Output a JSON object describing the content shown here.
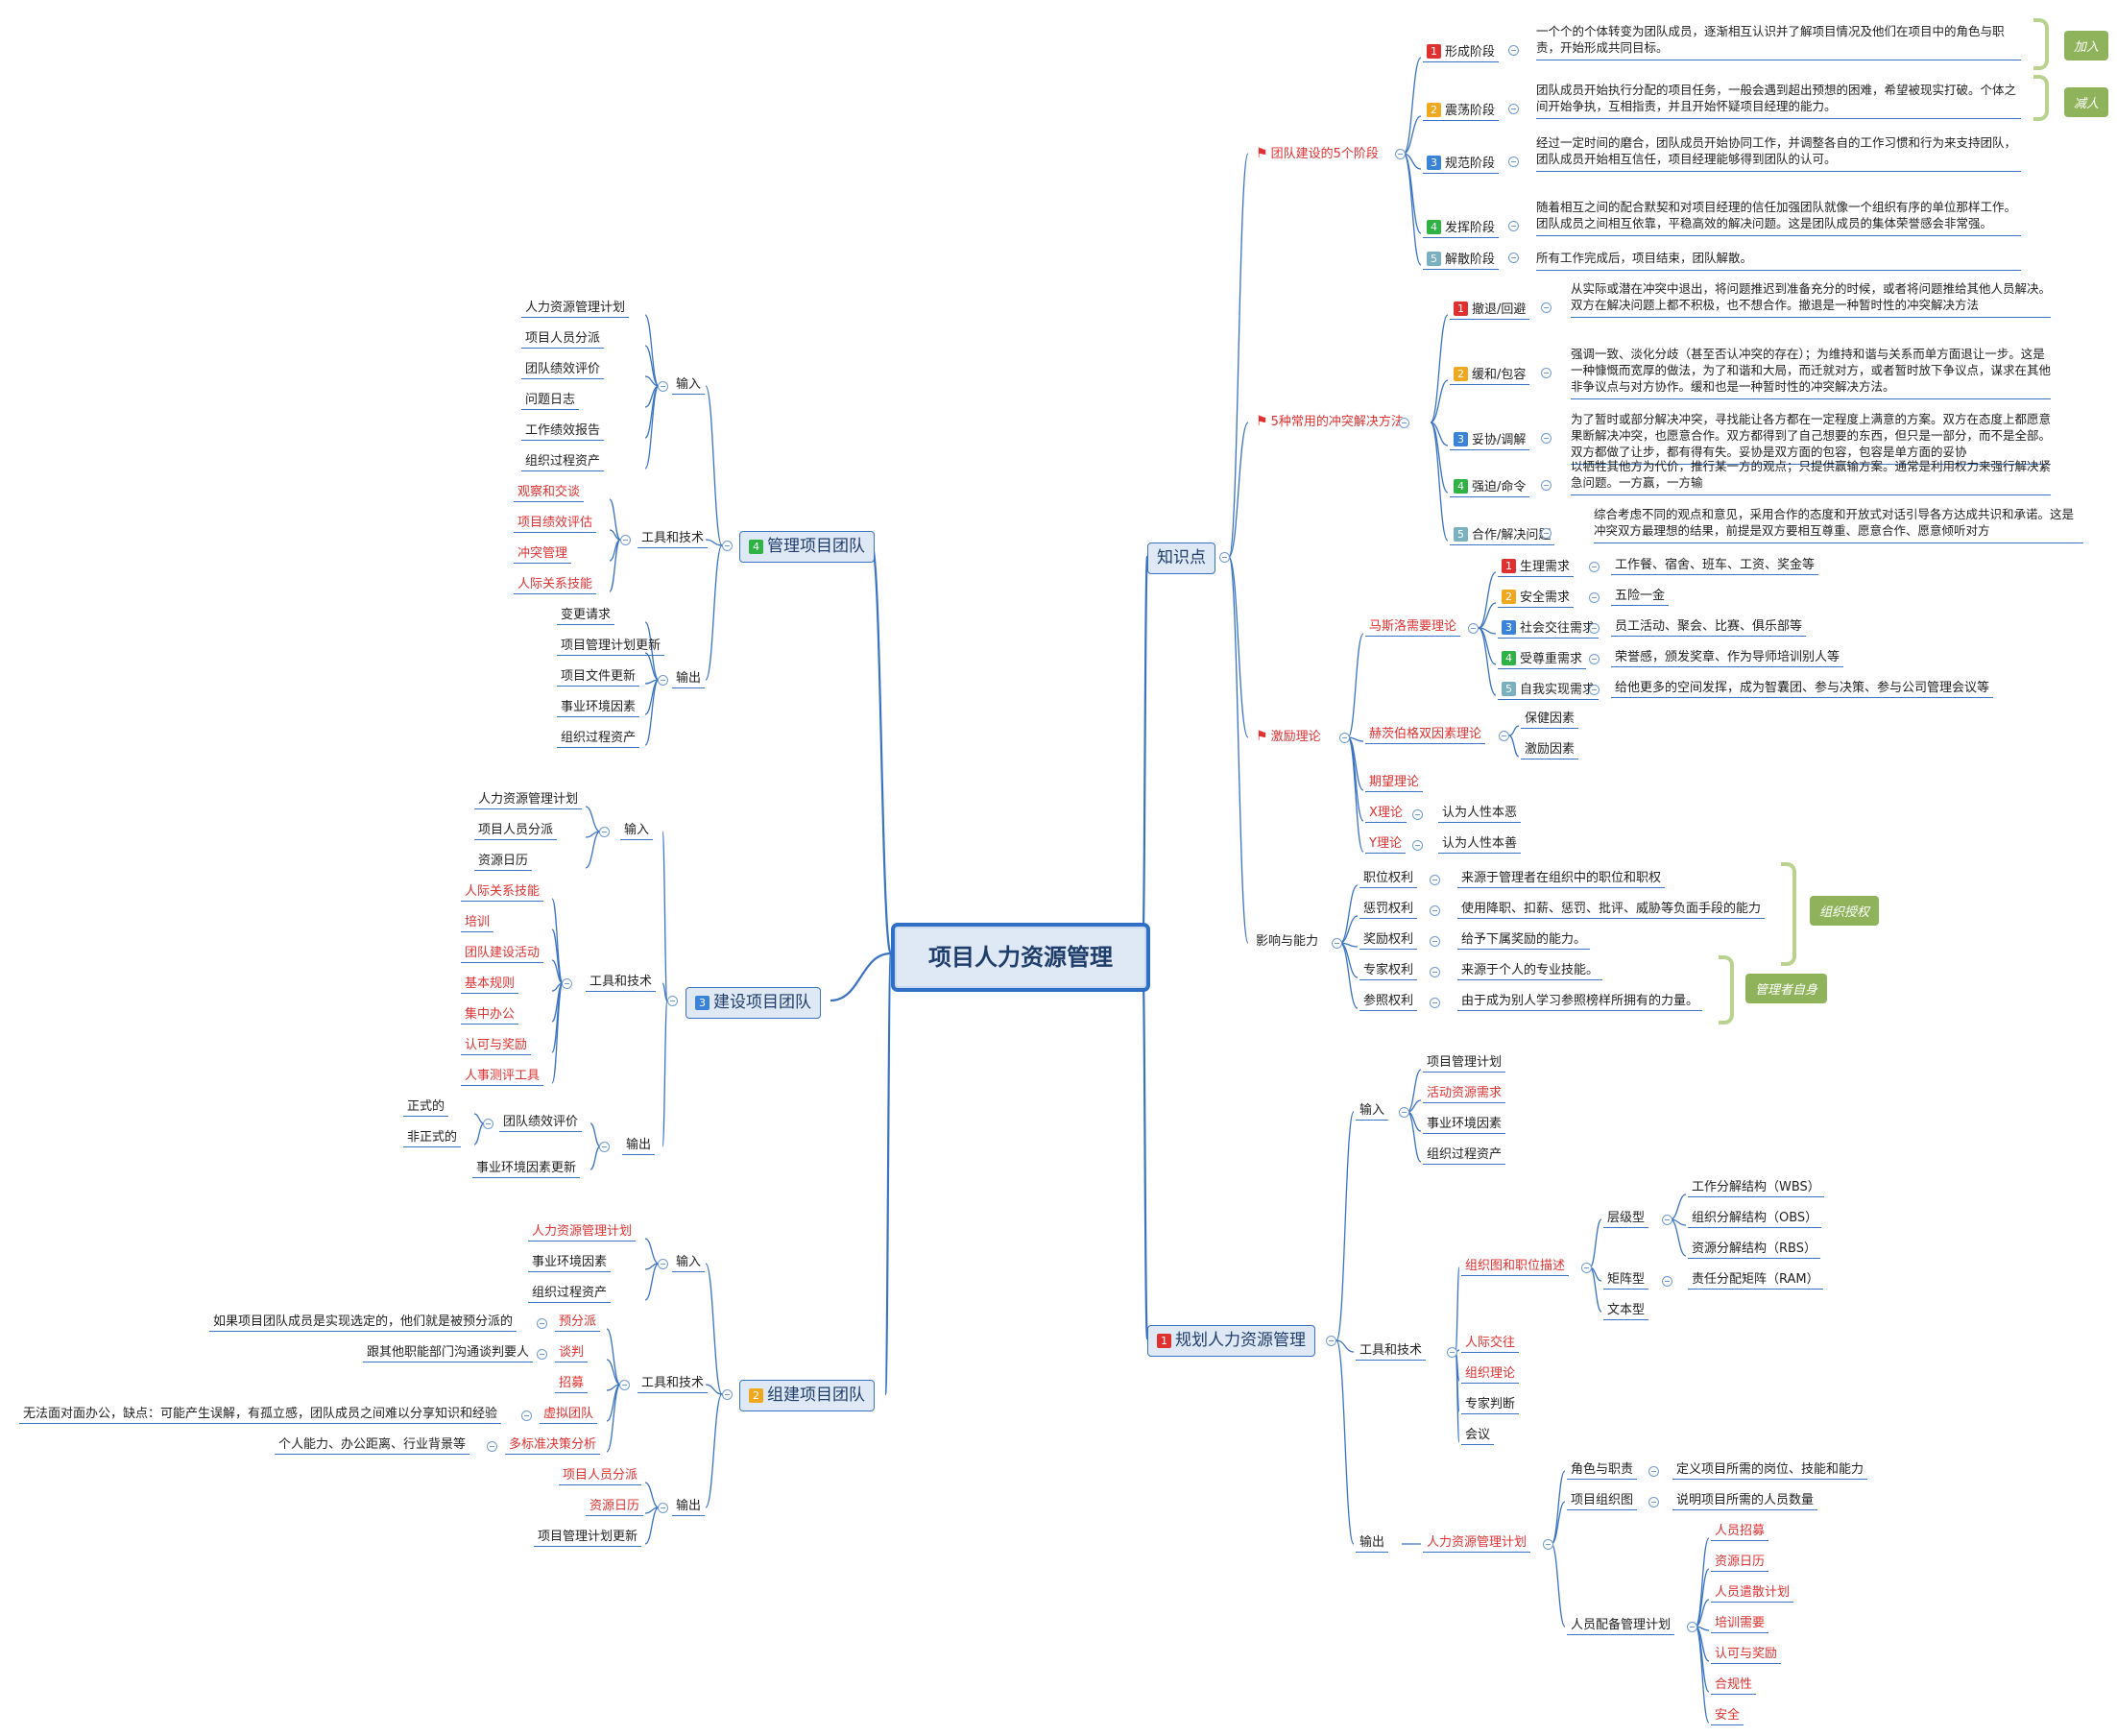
{
  "center": "项目人力资源管理",
  "branches": {
    "knowledge": {
      "label": "知识点",
      "stages": {
        "label": "团队建设的5个阶段",
        "items": [
          {
            "num": "1",
            "name": "形成阶段",
            "desc": "一个个的个体转变为团队成员，逐渐相互认识并了解项目情况及他们在项目中的角色与职责，开始形成共同目标。"
          },
          {
            "num": "2",
            "name": "震荡阶段",
            "desc": "团队成员开始执行分配的项目任务，一般会遇到超出预想的困难，希望被现实打破。个体之间开始争执，互相指责，并且开始怀疑项目经理的能力。"
          },
          {
            "num": "3",
            "name": "规范阶段",
            "desc": "经过一定时间的磨合，团队成员开始协同工作，并调整各自的工作习惯和行为来支持团队，团队成员开始相互信任，项目经理能够得到团队的认可。"
          },
          {
            "num": "4",
            "name": "发挥阶段",
            "desc": "随着相互之间的配合默契和对项目经理的信任加强团队就像一个组织有序的单位那样工作。团队成员之间相互依靠，平稳高效的解决问题。这是团队成员的集体荣誉感会非常强。"
          },
          {
            "num": "5",
            "name": "解散阶段",
            "desc": "所有工作完成后，项目结束，团队解散。"
          }
        ],
        "tags": [
          "加入",
          "减人"
        ]
      },
      "conflict": {
        "label": "5种常用的冲突解决方法",
        "items": [
          {
            "num": "1",
            "name": "撤退/回避",
            "desc": "从实际或潜在冲突中退出，将问题推迟到准备充分的时候，或者将问题推给其他人员解决。双方在解决问题上都不积极，也不想合作。撤退是一种暂时性的冲突解决方法"
          },
          {
            "num": "2",
            "name": "缓和/包容",
            "desc": "强调一致、淡化分歧（甚至否认冲突的存在）；为维持和谐与关系而单方面退让一步。这是一种慷慨而宽厚的做法，为了和谐和大局，而迁就对方，或者暂时放下争议点，谋求在其他非争议点与对方协作。缓和也是一种暂时性的冲突解决方法。"
          },
          {
            "num": "3",
            "name": "妥协/调解",
            "desc": "为了暂时或部分解决冲突，寻找能让各方都在一定程度上满意的方案。双方在态度上都愿意果断解决冲突，也愿意合作。双方都得到了自己想要的东西，但只是一部分，而不是全部。双方都做了让步，都有得有失。妥协是双方面的包容，包容是单方面的妥协"
          },
          {
            "num": "4",
            "name": "强迫/命令",
            "desc": "以牺牲其他方为代价，推行某一方的观点；只提供赢输方案。通常是利用权力来强行解决紧急问题。一方赢，一方输"
          },
          {
            "num": "5",
            "name": "合作/解决问题",
            "desc": "综合考虑不同的观点和意见，采用合作的态度和开放式对话引导各方达成共识和承诺。这是冲突双方最理想的结果，前提是双方要相互尊重、愿意合作、愿意倾听对方"
          }
        ]
      },
      "motivation": {
        "label": "激励理论",
        "maslow": {
          "label": "马斯洛需要理论",
          "items": [
            {
              "num": "1",
              "name": "生理需求",
              "desc": "工作餐、宿舍、班车、工资、奖金等"
            },
            {
              "num": "2",
              "name": "安全需求",
              "desc": "五险一金"
            },
            {
              "num": "3",
              "name": "社会交往需求",
              "desc": "员工活动、聚会、比赛、俱乐部等"
            },
            {
              "num": "4",
              "name": "受尊重需求",
              "desc": "荣誉感，颁发奖章、作为导师培训别人等"
            },
            {
              "num": "5",
              "name": "自我实现需求",
              "desc": "给他更多的空间发挥，成为智囊团、参与决策、参与公司管理会议等"
            }
          ]
        },
        "herzberg": {
          "label": "赫茨伯格双因素理论",
          "items": [
            "保健因素",
            "激励因素"
          ]
        },
        "expectancy": "期望理论",
        "x": {
          "label": "X理论",
          "desc": "认为人性本恶"
        },
        "y": {
          "label": "Y理论",
          "desc": "认为人性本善"
        }
      },
      "influence": {
        "label": "影响与能力",
        "items": [
          {
            "name": "职位权利",
            "desc": "来源于管理者在组织中的职位和职权"
          },
          {
            "name": "惩罚权利",
            "desc": "使用降职、扣薪、惩罚、批评、威胁等负面手段的能力"
          },
          {
            "name": "奖励权利",
            "desc": "给予下属奖励的能力。"
          },
          {
            "name": "专家权利",
            "desc": "来源于个人的专业技能。"
          },
          {
            "name": "参照权利",
            "desc": "由于成为别人学习参照榜样所拥有的力量。"
          }
        ],
        "tags": [
          "组织授权",
          "管理者自身"
        ]
      }
    },
    "plan": {
      "num": "1",
      "label": "规划人力资源管理",
      "input": {
        "label": "输入",
        "items": [
          "项目管理计划",
          "活动资源需求",
          "事业环境因素",
          "组织过程资产"
        ]
      },
      "tools": {
        "label": "工具和技术",
        "org": {
          "label": "组织图和职位描述",
          "hier": {
            "label": "层级型",
            "items": [
              "工作分解结构（WBS）",
              "组织分解结构（OBS）",
              "资源分解结构（RBS）"
            ]
          },
          "matrix": {
            "label": "矩阵型",
            "desc": "责任分配矩阵（RAM）"
          },
          "text": "文本型"
        },
        "others": [
          "人际交往",
          "组织理论",
          "专家判断",
          "会议"
        ]
      },
      "output": {
        "label": "输出",
        "plan": "人力资源管理计划",
        "roles": {
          "label": "角色与职责",
          "desc": "定义项目所需的岗位、技能和能力"
        },
        "chart": {
          "label": "项目组织图",
          "desc": "说明项目所需的人员数量"
        },
        "staffing": {
          "label": "人员配备管理计划",
          "items": [
            "人员招募",
            "资源日历",
            "人员遣散计划",
            "培训需要",
            "认可与奖励",
            "合规性",
            "安全"
          ]
        }
      }
    },
    "manage": {
      "num": "4",
      "label": "管理项目团队",
      "input": {
        "label": "输入",
        "items": [
          "人力资源管理计划",
          "项目人员分派",
          "团队绩效评价",
          "问题日志",
          "工作绩效报告",
          "组织过程资产"
        ]
      },
      "tools": {
        "label": "工具和技术",
        "items": [
          "观察和交谈",
          "项目绩效评估",
          "冲突管理",
          "人际关系技能"
        ]
      },
      "output": {
        "label": "输出",
        "items": [
          "变更请求",
          "项目管理计划更新",
          "项目文件更新",
          "事业环境因素",
          "组织过程资产"
        ]
      }
    },
    "develop": {
      "num": "3",
      "label": "建设项目团队",
      "input": {
        "label": "输入",
        "items": [
          "人力资源管理计划",
          "项目人员分派",
          "资源日历"
        ]
      },
      "tools": {
        "label": "工具和技术",
        "items": [
          "人际关系技能",
          "培训",
          "团队建设活动",
          "基本规则",
          "集中办公",
          "认可与奖励",
          "人事测评工具"
        ]
      },
      "output": {
        "label": "输出",
        "eval": "团队绩效评价",
        "eval_items": [
          "正式的",
          "非正式的"
        ],
        "env": "事业环境因素更新"
      }
    },
    "acquire": {
      "num": "2",
      "label": "组建项目团队",
      "input": {
        "label": "输入",
        "items": [
          "人力资源管理计划",
          "事业环境因素",
          "组织过程资产"
        ]
      },
      "tools": {
        "label": "工具和技术",
        "items": [
          {
            "name": "预分派",
            "desc": "如果项目团队成员是实现选定的，他们就是被预分派的"
          },
          {
            "name": "谈判",
            "desc": "跟其他职能部门沟通谈判要人"
          },
          {
            "name": "招募",
            "desc": ""
          },
          {
            "name": "虚拟团队",
            "desc": "无法面对面办公，缺点：可能产生误解，有孤立感，团队成员之间难以分享知识和经验"
          },
          {
            "name": "多标准决策分析",
            "desc": "个人能力、办公距离、行业背景等"
          }
        ]
      },
      "output": {
        "label": "输出",
        "items": [
          "项目人员分派",
          "资源日历",
          "项目管理计划更新"
        ]
      }
    }
  },
  "colors": {
    "line": "#3a73c4",
    "red_text": "#e03131",
    "tag": "#8fb35a",
    "brace": "#b9d38f",
    "node_fill": "#dfe9f6"
  }
}
